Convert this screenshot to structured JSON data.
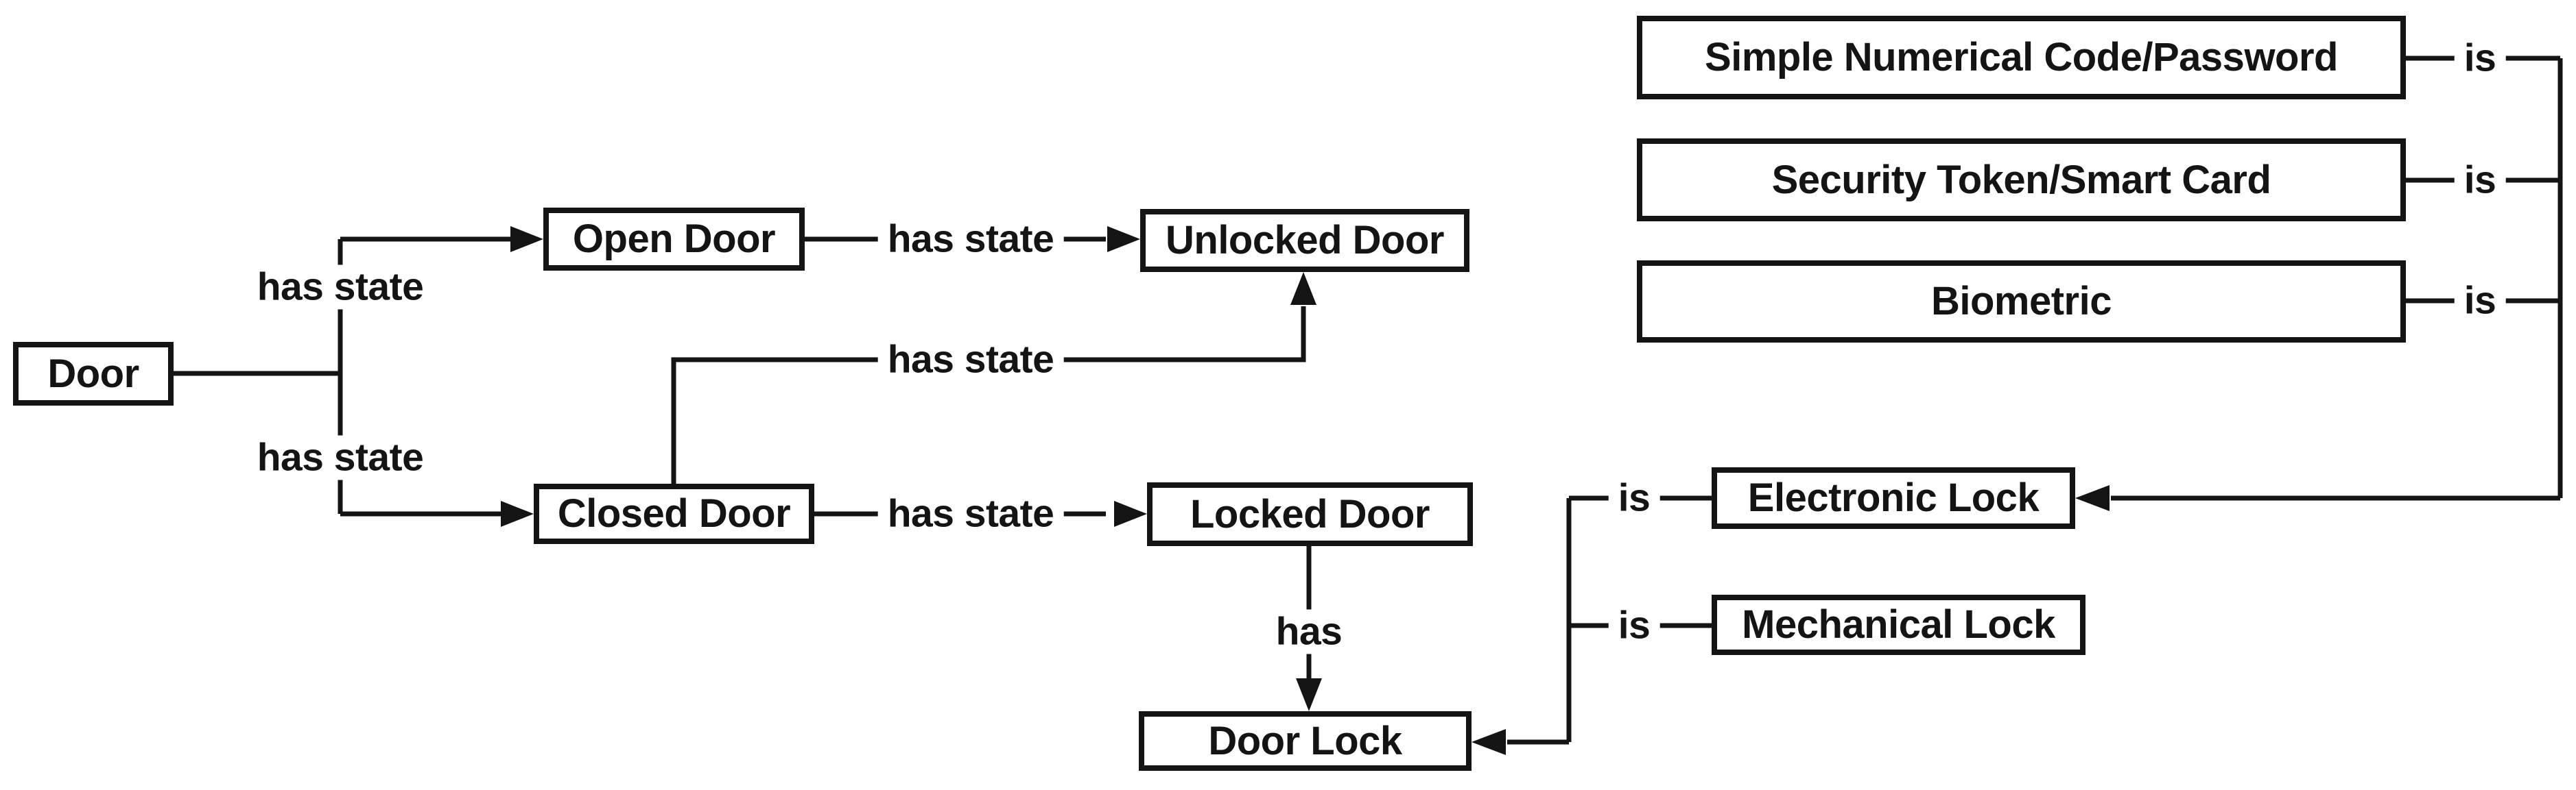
{
  "diagram": {
    "background": "#ffffff",
    "ink": "#141414"
  },
  "nodes": {
    "door": {
      "label": "Door"
    },
    "open_door": {
      "label": "Open Door"
    },
    "unlocked_door": {
      "label": "Unlocked Door"
    },
    "closed_door": {
      "label": "Closed Door"
    },
    "locked_door": {
      "label": "Locked Door"
    },
    "door_lock": {
      "label": "Door Lock"
    },
    "electronic_lock": {
      "label": "Electronic Lock"
    },
    "mechanical_lock": {
      "label": "Mechanical Lock"
    },
    "simple_code": {
      "label": "Simple Numerical Code/Password"
    },
    "security_token": {
      "label": "Security Token/Smart Card"
    },
    "biometric": {
      "label": "Biometric"
    }
  },
  "edges": [
    {
      "from": "Door",
      "label": "has state",
      "to": "Open Door"
    },
    {
      "from": "Door",
      "label": "has state",
      "to": "Closed Door"
    },
    {
      "from": "Open Door",
      "label": "has state",
      "to": "Unlocked Door"
    },
    {
      "from": "Closed Door",
      "label": "has state",
      "to": "Unlocked Door"
    },
    {
      "from": "Closed Door",
      "label": "has state",
      "to": "Locked Door"
    },
    {
      "from": "Locked Door",
      "label": "has",
      "to": "Door Lock"
    },
    {
      "from": "Simple Numerical Code/Password",
      "label": "is",
      "to": "Electronic Lock"
    },
    {
      "from": "Security Token/Smart Card",
      "label": "is",
      "to": "Electronic Lock"
    },
    {
      "from": "Biometric",
      "label": "is",
      "to": "Electronic Lock"
    },
    {
      "from": "Electronic Lock",
      "label": "is",
      "to": "Door Lock"
    },
    {
      "from": "Mechanical Lock",
      "label": "is",
      "to": "Door Lock"
    }
  ]
}
